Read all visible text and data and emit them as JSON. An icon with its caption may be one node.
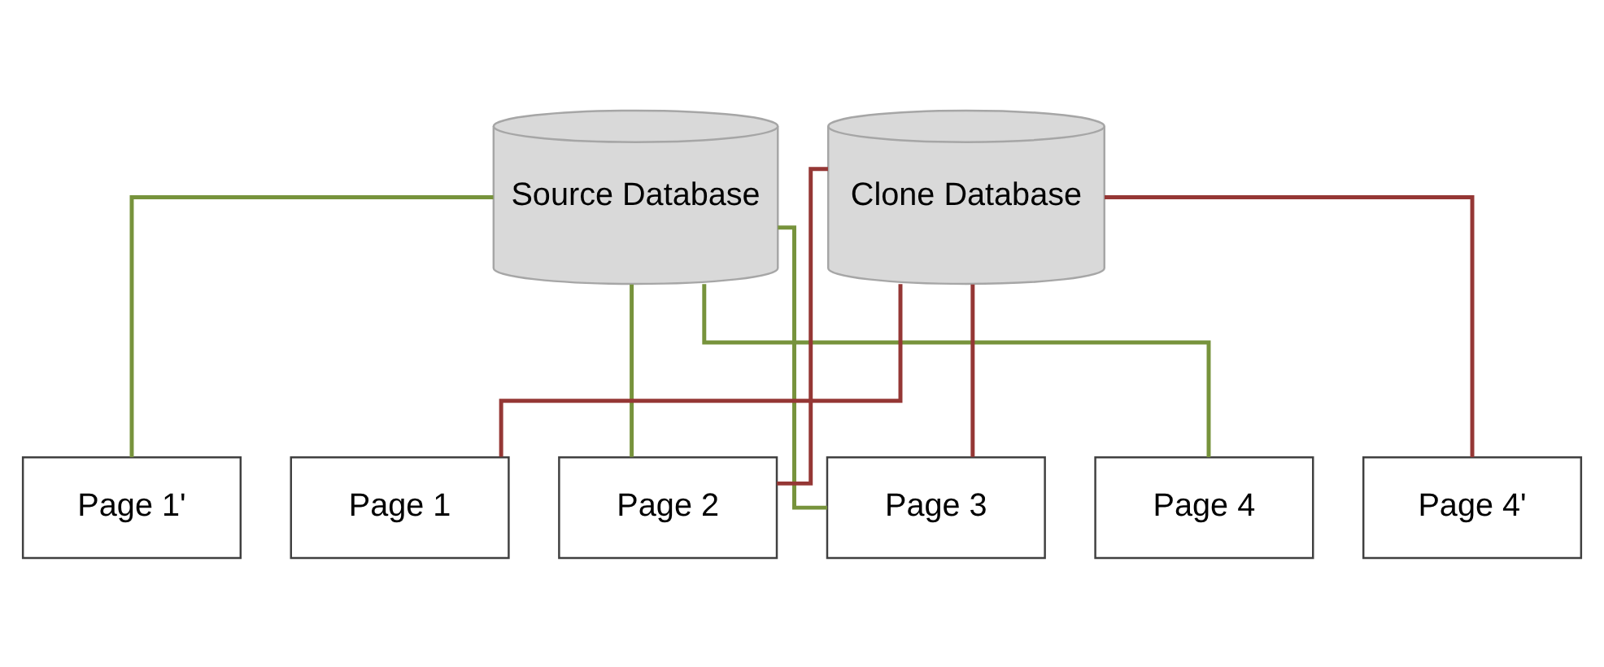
{
  "diagram": {
    "nodes": [
      {
        "text": [
          "Source Database"
        ]
      },
      {
        "text": [
          "Clone Database"
        ]
      },
      {
        "text": [
          "Page 1'"
        ]
      },
      {
        "text": [
          "Page 1"
        ]
      },
      {
        "text": [
          "Page 2"
        ]
      },
      {
        "text": [
          "Page 3"
        ]
      },
      {
        "text": [
          "Page 4"
        ]
      },
      {
        "text": [
          "Page 4'"
        ]
      }
    ],
    "edges": [
      {
        "from": 0,
        "to": 2,
        "arrow": "none",
        "color": "#77933c"
      },
      {
        "from": 0,
        "to": 4,
        "arrow": "none",
        "color": "#77933c"
      },
      {
        "from": 0,
        "to": 5,
        "arrow": "none",
        "color": "#77933c"
      },
      {
        "from": 0,
        "to": 6,
        "arrow": "none",
        "color": "#77933c"
      },
      {
        "from": 1,
        "to": 3,
        "arrow": "none",
        "color": "#953735"
      },
      {
        "from": 1,
        "to": 4,
        "arrow": "none",
        "color": "#953735"
      },
      {
        "from": 1,
        "to": 5,
        "arrow": "none",
        "color": "#953735"
      },
      {
        "from": 1,
        "to": 7,
        "arrow": "none",
        "color": "#953735"
      }
    ]
  }
}
